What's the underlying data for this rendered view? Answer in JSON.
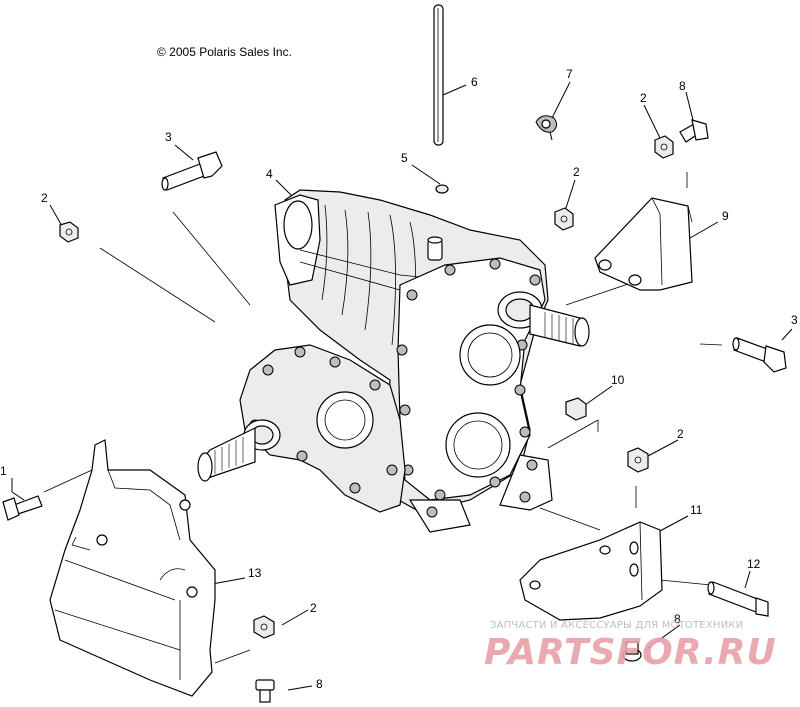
{
  "copyright": "© 2005 Polaris Sales Inc.",
  "callouts": [
    "1",
    "2",
    "2",
    "2",
    "2",
    "2",
    "3",
    "3",
    "4",
    "5",
    "6",
    "7",
    "8",
    "8",
    "8",
    "9",
    "10",
    "11",
    "12",
    "13"
  ],
  "watermark": {
    "small": "ЗАПЧАСТИ И АКСЕССУАРЫ ДЛЯ МОТОТЕХНИКИ",
    "logo": "PARTSFOR.RU",
    "color_primary": "#e8a0a8",
    "color_secondary": "#c8c8c8"
  },
  "parts": [
    "bolt-1",
    "nut-2",
    "bolt-3",
    "transmission-4",
    "pin-5",
    "rod-6",
    "clamp-7",
    "bolt-8",
    "bracket-9",
    "nut-10",
    "bracket-11",
    "bolt-12",
    "bracket-13"
  ]
}
